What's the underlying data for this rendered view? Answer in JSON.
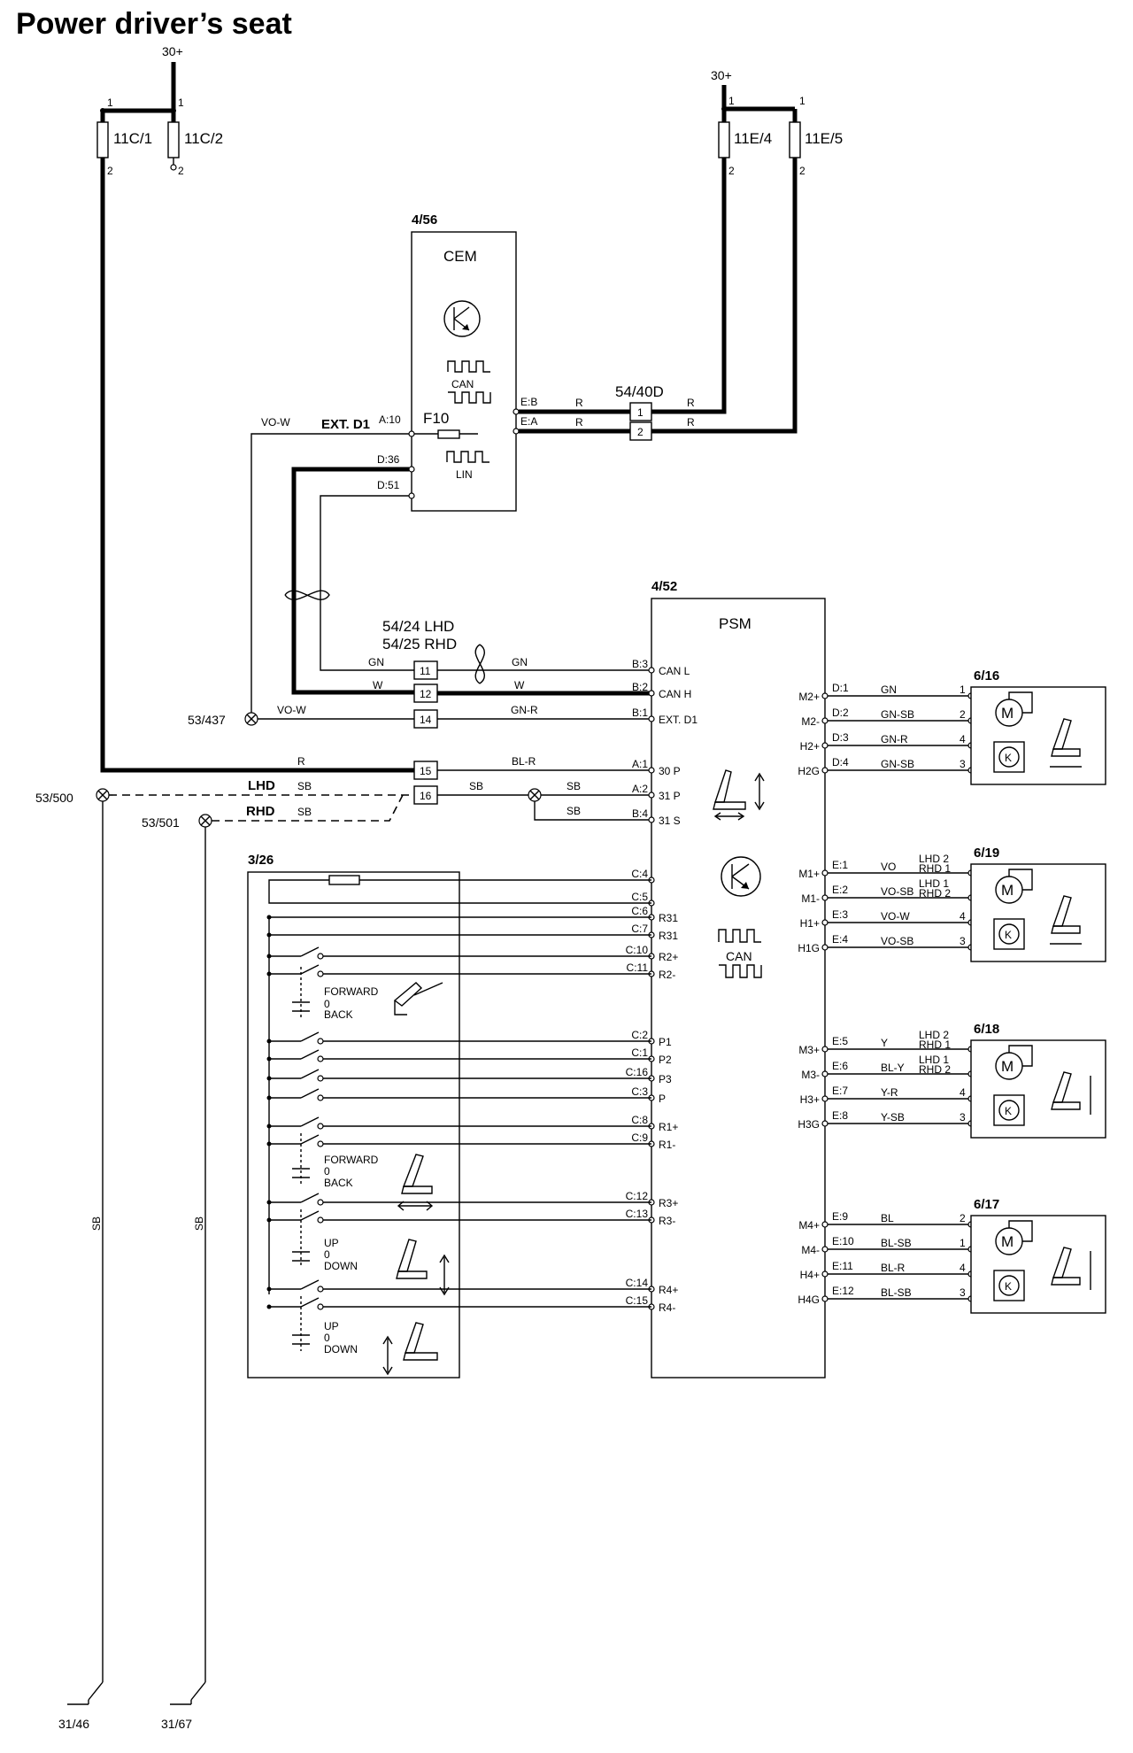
{
  "title": "Power driver’s seat",
  "supply": {
    "left": "30+",
    "right": "30+"
  },
  "fuses": [
    {
      "label": "11C/1",
      "pin_top": "1",
      "pin_bottom": "2"
    },
    {
      "label": "11C/2",
      "pin_top": "1",
      "pin_bottom": "2"
    },
    {
      "label": "11E/4",
      "pin_top": "1",
      "pin_bottom": "2"
    },
    {
      "label": "11E/5",
      "pin_top": "1",
      "pin_bottom": "2"
    }
  ],
  "cem": {
    "id": "4/56",
    "name": "CEM",
    "can": "CAN",
    "lin": "LIN",
    "fuse": "F10",
    "pins": {
      "a10": "A:10",
      "d36": "D:36",
      "d51": "D:51",
      "eb": "E:B",
      "ea": "E:A"
    },
    "ext_label": "EXT. D1",
    "ext_wire": "VO-W"
  },
  "conn_5440": {
    "id": "54/40D",
    "pin1": "1",
    "pin2": "2",
    "wire": "R"
  },
  "conn_5424": {
    "id_lhd": "54/24 LHD",
    "id_rhd": "54/25 RHD",
    "pins": [
      "11",
      "12",
      "14",
      "15",
      "16"
    ]
  },
  "wires": {
    "gn": "GN",
    "w": "W",
    "vow": "VO-W",
    "gnr": "GN-R",
    "r": "R",
    "blr": "BL-R",
    "sb": "SB",
    "lhd": "LHD",
    "rhd": "RHD"
  },
  "grounds": {
    "g437": "53/437",
    "g500": "53/500",
    "g501": "53/501",
    "e46": "31/46",
    "e67": "31/67"
  },
  "psm": {
    "id": "4/52",
    "name": "PSM",
    "can": "CAN",
    "left_pins": [
      {
        "code": "B:3",
        "label": "CAN L"
      },
      {
        "code": "B:2",
        "label": "CAN H"
      },
      {
        "code": "B:1",
        "label": "EXT. D1"
      },
      {
        "code": "A:1",
        "label": "30 P"
      },
      {
        "code": "A:2",
        "label": "31 P"
      },
      {
        "code": "B:4",
        "label": "31 S"
      },
      {
        "code": "C:4",
        "label": ""
      },
      {
        "code": "C:5",
        "label": ""
      },
      {
        "code": "C:6",
        "label": "R31"
      },
      {
        "code": "C:7",
        "label": "R31"
      },
      {
        "code": "C:10",
        "label": "R2+"
      },
      {
        "code": "C:11",
        "label": "R2-"
      },
      {
        "code": "C:2",
        "label": "P1"
      },
      {
        "code": "C:1",
        "label": "P2"
      },
      {
        "code": "C:16",
        "label": "P3"
      },
      {
        "code": "C:3",
        "label": "P"
      },
      {
        "code": "C:8",
        "label": "R1+"
      },
      {
        "code": "C:9",
        "label": "R1-"
      },
      {
        "code": "C:12",
        "label": "R3+"
      },
      {
        "code": "C:13",
        "label": "R3-"
      },
      {
        "code": "C:14",
        "label": "R4+"
      },
      {
        "code": "C:15",
        "label": "R4-"
      }
    ],
    "right_pins": [
      {
        "label": "M2+",
        "code": "D:1",
        "wire": "GN",
        "pin": "1"
      },
      {
        "label": "M2-",
        "code": "D:2",
        "wire": "GN-SB",
        "pin": "2"
      },
      {
        "label": "H2+",
        "code": "D:3",
        "wire": "GN-R",
        "pin": "4"
      },
      {
        "label": "H2G",
        "code": "D:4",
        "wire": "GN-SB",
        "pin": "3"
      },
      {
        "label": "M1+",
        "code": "E:1",
        "wire": "VO",
        "pin": "LHD 2 RHD 1"
      },
      {
        "label": "M1-",
        "code": "E:2",
        "wire": "VO-SB",
        "pin": "LHD 1 RHD 2"
      },
      {
        "label": "H1+",
        "code": "E:3",
        "wire": "VO-W",
        "pin": "4"
      },
      {
        "label": "H1G",
        "code": "E:4",
        "wire": "VO-SB",
        "pin": "3"
      },
      {
        "label": "M3+",
        "code": "E:5",
        "wire": "Y",
        "pin": "LHD 2 RHD 1"
      },
      {
        "label": "M3-",
        "code": "E:6",
        "wire": "BL-Y",
        "pin": "LHD 1 RHD 2"
      },
      {
        "label": "H3+",
        "code": "E:7",
        "wire": "Y-R",
        "pin": "4"
      },
      {
        "label": "H3G",
        "code": "E:8",
        "wire": "Y-SB",
        "pin": "3"
      },
      {
        "label": "M4+",
        "code": "E:9",
        "wire": "BL",
        "pin": "2"
      },
      {
        "label": "M4-",
        "code": "E:10",
        "wire": "BL-SB",
        "pin": "1"
      },
      {
        "label": "H4+",
        "code": "E:11",
        "wire": "BL-R",
        "pin": "4"
      },
      {
        "label": "H4G",
        "code": "E:12",
        "wire": "BL-SB",
        "pin": "3"
      }
    ]
  },
  "motors": [
    "6/16",
    "6/19",
    "6/18",
    "6/17"
  ],
  "switch": {
    "id": "3/26",
    "forward": "FORWARD",
    "zero": "0",
    "back": "BACK",
    "up": "UP",
    "down": "DOWN"
  },
  "colors": {
    "line": "#000000",
    "background": "#ffffff"
  }
}
